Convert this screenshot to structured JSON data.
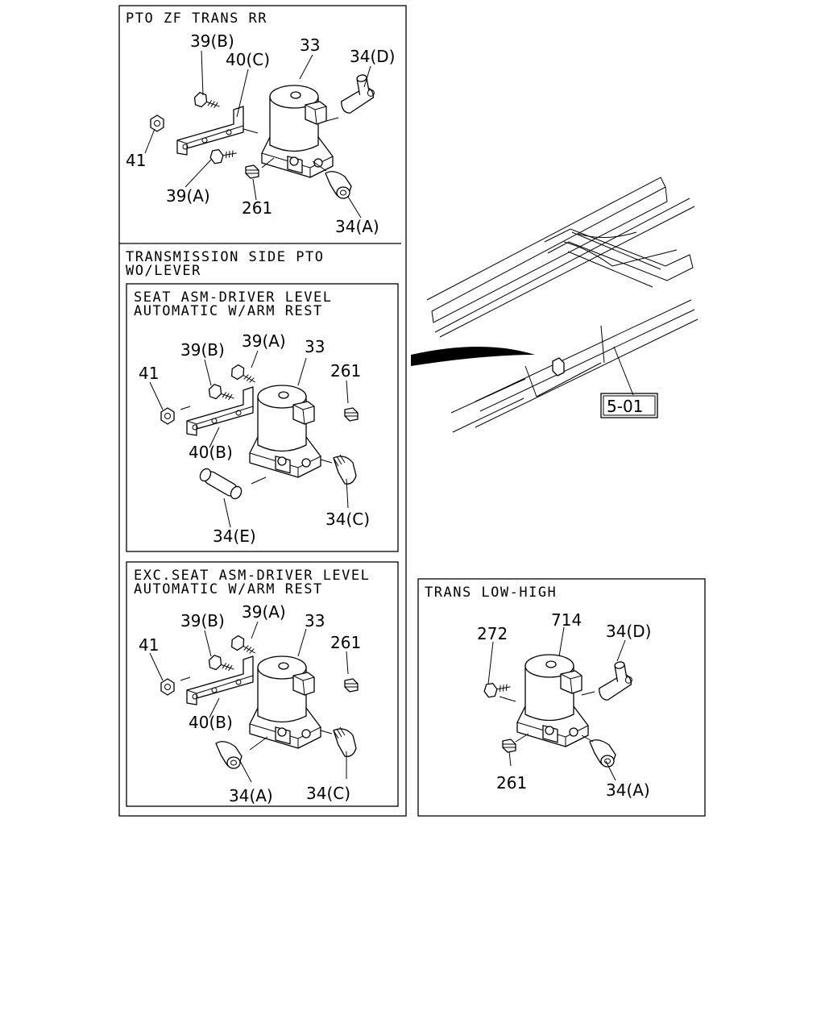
{
  "panels": {
    "pto_zf": {
      "title": "PTO ZF TRANS RR",
      "labels": {
        "l39b": "39(B)",
        "l40c": "40(C)",
        "l33": "33",
        "l34d": "34(D)",
        "l41": "41",
        "l39a": "39(A)",
        "l261": "261",
        "l34a": "34(A)"
      }
    },
    "trans_side": {
      "title_line1": "TRANSMISSION SIDE PTO",
      "title_line2": "WO/LEVER"
    },
    "seat_auto": {
      "title_line1": "SEAT ASM-DRIVER LEVEL",
      "title_line2": "AUTOMATIC W/ARM REST",
      "labels": {
        "l39b": "39(B)",
        "l39a": "39(A)",
        "l33": "33",
        "l41": "41",
        "l261": "261",
        "l40b": "40(B)",
        "l34e": "34(E)",
        "l34c": "34(C)"
      }
    },
    "exc_seat": {
      "title_line1": "EXC.SEAT ASM-DRIVER LEVEL",
      "title_line2": "AUTOMATIC W/ARM REST",
      "labels": {
        "l39b": "39(B)",
        "l39a": "39(A)",
        "l33": "33",
        "l41": "41",
        "l261": "261",
        "l40b": "40(B)",
        "l34a": "34(A)",
        "l34c": "34(C)"
      }
    },
    "trans_low_high": {
      "title": "TRANS LOW-HIGH",
      "labels": {
        "l272": "272",
        "l714": "714",
        "l34d": "34(D)",
        "l261": "261",
        "l34a": "34(A)"
      }
    }
  },
  "frame": {
    "reference": "5-01"
  }
}
